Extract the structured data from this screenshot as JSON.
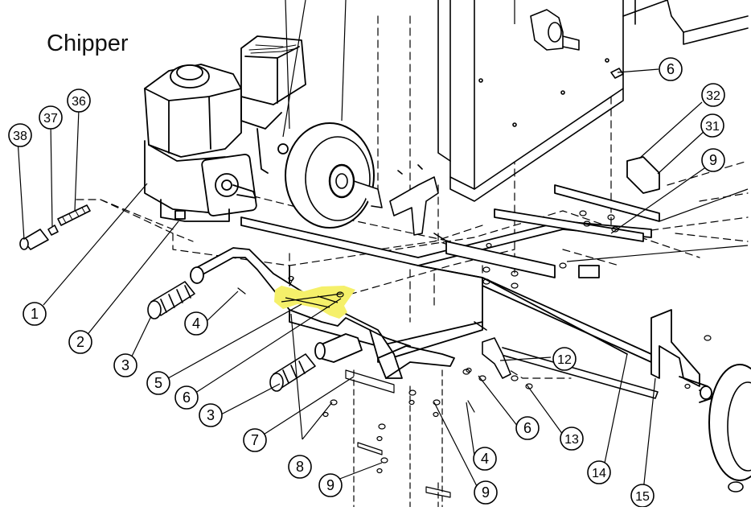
{
  "title": "Chipper",
  "callouts": [
    "1",
    "2",
    "3",
    "4",
    "5",
    "6",
    "3",
    "7",
    "8",
    "9",
    "38",
    "37",
    "36",
    "6",
    "32",
    "31",
    "9",
    "12",
    "6",
    "13",
    "4",
    "9",
    "14",
    "15"
  ],
  "highlight_color": "#f5f06a"
}
